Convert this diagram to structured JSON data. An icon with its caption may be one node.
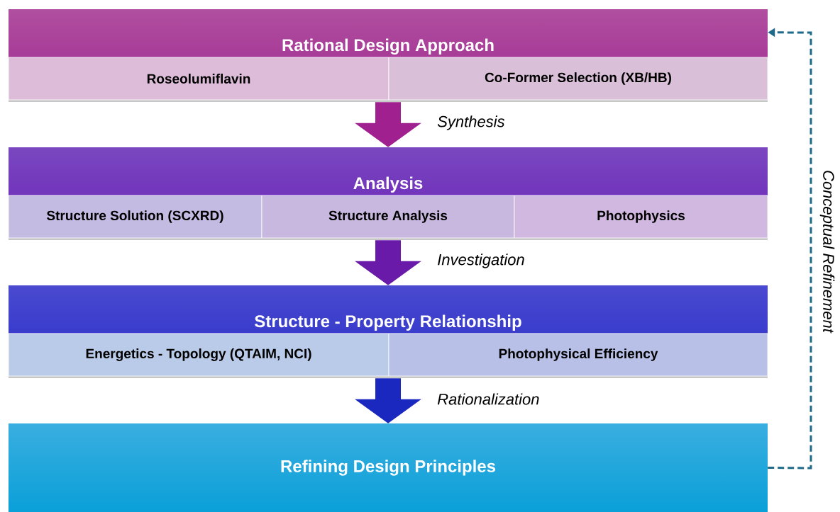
{
  "diagram": {
    "nodes": [
      {
        "text": [
          "Rational Design Approach"
        ]
      },
      {
        "text": [
          "Roseolumiflavin"
        ],
        "in": 0
      },
      {
        "text": [
          "Co-Former Selection (XB/HB)"
        ],
        "in": 0
      },
      {
        "text": [
          "Analysis"
        ]
      },
      {
        "text": [
          "Structure Solution (SCXRD)"
        ],
        "in": 3
      },
      {
        "text": [
          "Structure Analysis"
        ],
        "in": 3
      },
      {
        "text": [
          "Photophysics"
        ],
        "in": 3
      },
      {
        "text": [
          "Structure - Property Relationship"
        ]
      },
      {
        "text": [
          "Energetics   -  Topology (QTAIM, NCI)"
        ],
        "in": 7
      },
      {
        "text": [
          "Photophysical Efficiency"
        ],
        "in": 7
      },
      {
        "text": [
          "Refining Design Principles"
        ]
      }
    ],
    "edges": [
      {
        "from": 0,
        "to": 3,
        "arrow": "to",
        "label": "Synthesis",
        "color": "#a0208f"
      },
      {
        "from": 3,
        "to": 7,
        "arrow": "to",
        "label": "Investigation",
        "color": "#6a1aa8"
      },
      {
        "from": 7,
        "to": 10,
        "arrow": "to",
        "label": "Rationalization",
        "color": "#1a28c0"
      },
      {
        "from": 10,
        "to": 0,
        "arrow": "to",
        "label": "Conceptual Refinement",
        "style": "dashed",
        "color": "#1f6a8a"
      }
    ]
  }
}
